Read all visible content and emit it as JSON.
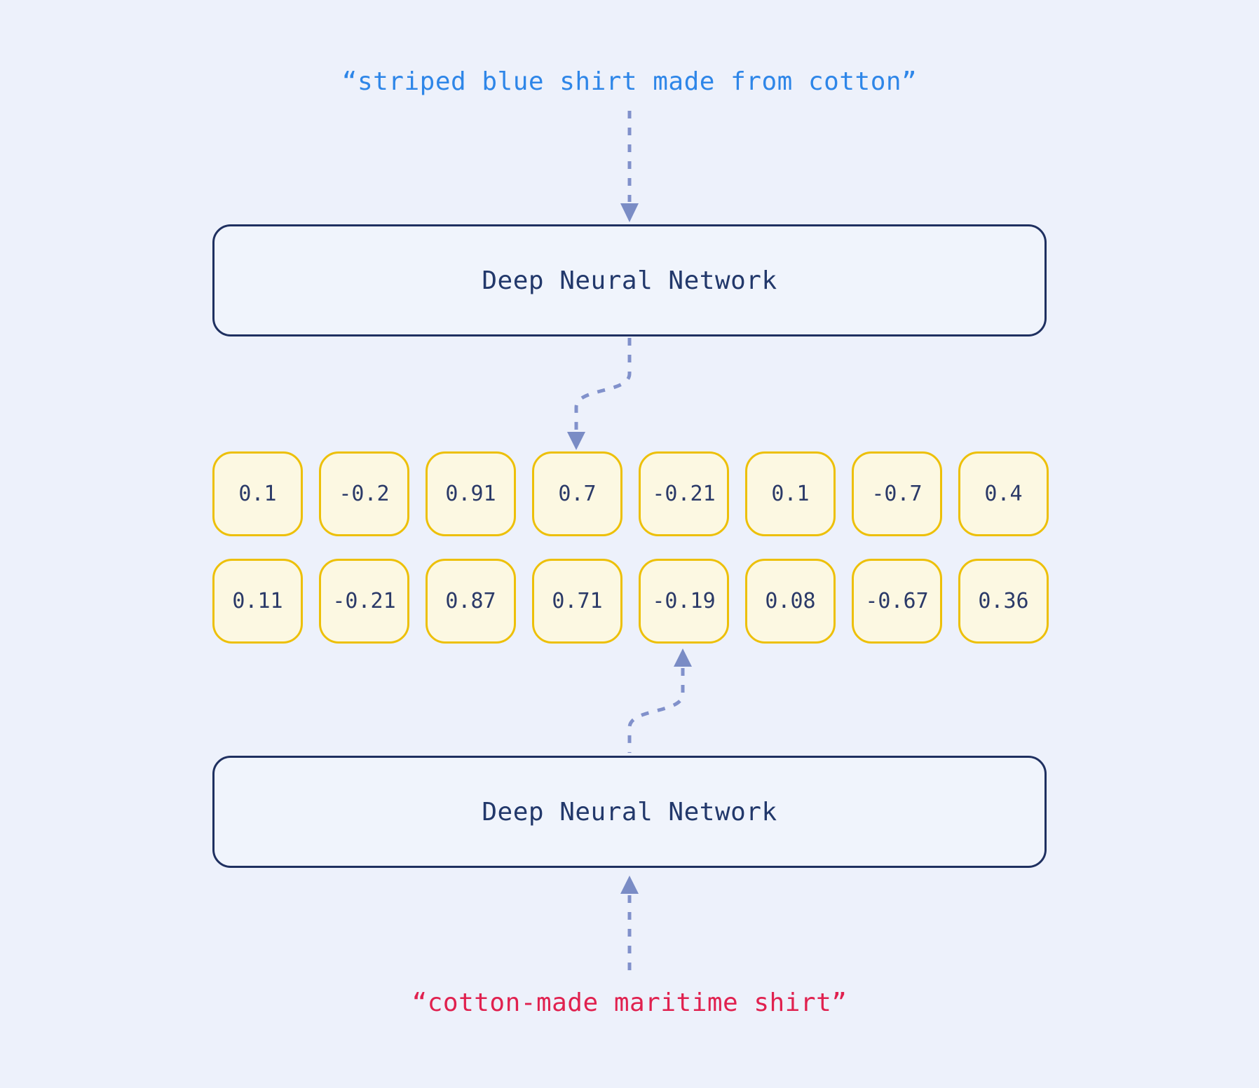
{
  "page": {
    "background": "#edf1fb"
  },
  "colors": {
    "query_blue": "#2e86e8",
    "query_red": "#e0214f",
    "navy_text": "#22386b",
    "encoder_border": "#1f3060",
    "encoder_fill": "#f0f4fc",
    "cell_border": "#edc008",
    "cell_fill": "#fcf8e2",
    "arrow": "#8191cb"
  },
  "top_query": {
    "text": "“striped blue shirt made from cotton”"
  },
  "bottom_query": {
    "text": "“cotton-made maritime shirt”"
  },
  "encoders": {
    "top_label": "Deep Neural Network",
    "bottom_label": "Deep Neural Network"
  },
  "embeddings": {
    "rows": [
      {
        "values": [
          "0.1",
          "-0.2",
          "0.91",
          "0.7",
          "-0.21",
          "0.1",
          "-0.7",
          "0.4"
        ]
      },
      {
        "values": [
          "0.11",
          "-0.21",
          "0.87",
          "0.71",
          "-0.19",
          "0.08",
          "-0.67",
          "0.36"
        ]
      }
    ]
  },
  "arrows": [
    {
      "name": "top-query-to-top-encoder",
      "direction": "down"
    },
    {
      "name": "top-encoder-to-row1-embedding",
      "direction": "down"
    },
    {
      "name": "bottom-encoder-to-row2-embedding",
      "direction": "up"
    },
    {
      "name": "bottom-query-to-bottom-encoder",
      "direction": "up"
    }
  ]
}
